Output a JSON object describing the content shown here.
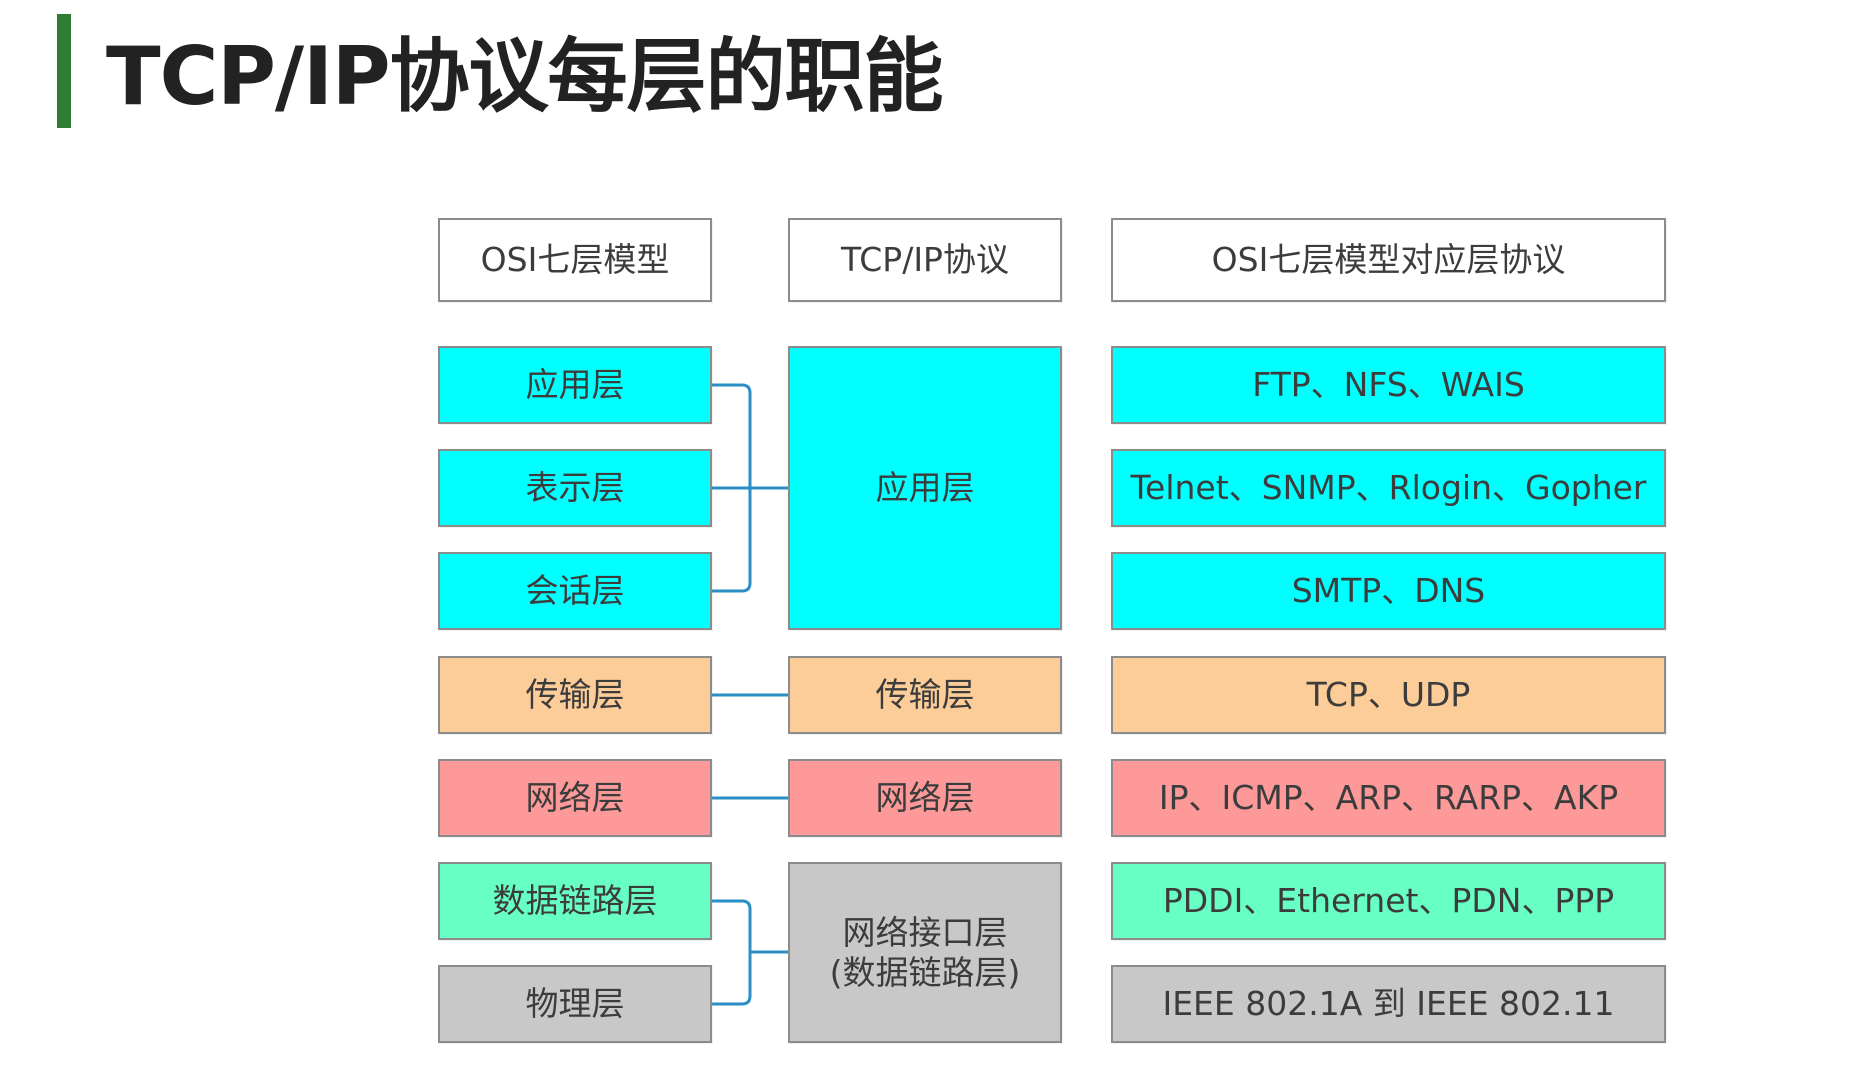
{
  "title": "TCP/IP协议每层的职能",
  "colors": {
    "accent_bar": "#2e7d32",
    "application": "#00ffff",
    "transport": "#fccc99",
    "network": "#fd9999",
    "datalink": "#67ffc4",
    "physical": "#c8c8c8",
    "connector": "#2b8fc7"
  },
  "headers": {
    "osi": "OSI七层模型",
    "tcpip": "TCP/IP协议",
    "protocols": "OSI七层模型对应层协议"
  },
  "osi_layers": [
    {
      "label": "应用层",
      "group": "application"
    },
    {
      "label": "表示层",
      "group": "application"
    },
    {
      "label": "会话层",
      "group": "application"
    },
    {
      "label": "传输层",
      "group": "transport"
    },
    {
      "label": "网络层",
      "group": "network"
    },
    {
      "label": "数据链路层",
      "group": "datalink"
    },
    {
      "label": "物理层",
      "group": "physical"
    }
  ],
  "tcpip_layers": [
    {
      "label": "应用层",
      "group": "application"
    },
    {
      "label": "传输层",
      "group": "transport"
    },
    {
      "label": "网络层",
      "group": "network"
    },
    {
      "label": "网络接口层",
      "sublabel": "(数据链路层)",
      "group": "physical"
    }
  ],
  "protocols": [
    {
      "label": "FTP、NFS、WAIS",
      "group": "application"
    },
    {
      "label": "Telnet、SNMP、Rlogin、Gopher",
      "group": "application"
    },
    {
      "label": "SMTP、DNS",
      "group": "application"
    },
    {
      "label": "TCP、UDP",
      "group": "transport"
    },
    {
      "label": "IP、ICMP、ARP、RARP、AKP",
      "group": "network"
    },
    {
      "label": "PDDI、Ethernet、PDN、PPP",
      "group": "datalink"
    },
    {
      "label": "IEEE 802.1A 到 IEEE 802.11",
      "group": "physical"
    }
  ]
}
